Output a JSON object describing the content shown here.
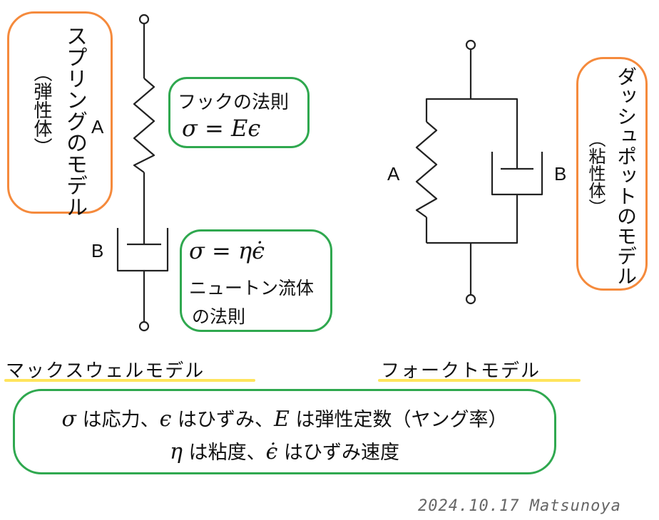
{
  "maxwell": {
    "side_label": "スプリングのモデル",
    "side_sub": "（弾性体）",
    "label_a": "A",
    "label_b": "B",
    "hooke_title": "フックの法則",
    "hooke_eq": "σ = Eϵ",
    "newton_eq": "σ = ηϵ̇",
    "newton_line1": "ニュートン流体",
    "newton_line2": "の法則",
    "title": "マックスウェルモデル"
  },
  "voigt": {
    "label_a": "A",
    "label_b": "B",
    "side_label": "ダッシュポットのモデル",
    "side_sub": "（粘性体）",
    "title": "フォークトモデル"
  },
  "legend": {
    "line1_sigma": "σ",
    "line1_a": "は応力、",
    "line1_eps": "ϵ",
    "line1_b": "はひずみ、",
    "line1_E": "E",
    "line1_c": "は弾性定数（ヤング率）",
    "line2_eta": "η",
    "line2_a": "は粘度、",
    "line2_epsdot": "ϵ̇",
    "line2_b": "はひずみ速度"
  },
  "signature": "2024.10.17 Matsunoya",
  "colors": {
    "orange": "#f58a3c",
    "green": "#2fa84f",
    "highlight": "#ffe45c"
  }
}
